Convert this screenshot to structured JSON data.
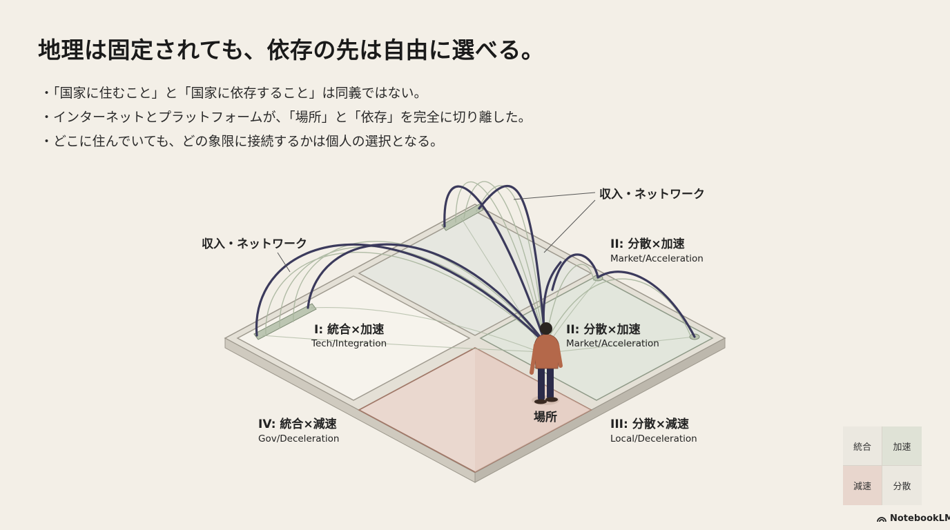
{
  "title": "地理は固定されても、依存の先は自由に選べる。",
  "bullets": [
    "「国家に住むこと」と「国家に依存すること」は同義ではない。",
    "インターネットとプラットフォームが、「場所」と「依存」を完全に切り離した。",
    "どこに住んでいても、どの象限に接続するかは個人の選択となる。"
  ],
  "diagram": {
    "arc_label_left": "収入・ネットワーク",
    "arc_label_top": "収入・ネットワーク",
    "q1_title": "I: 統合×加速",
    "q1_sub": "Tech/Integration",
    "q2_title": "II: 分散×加速",
    "q2_sub": "Market/Acceleration",
    "q2_outer_title": "II: 分散×加速",
    "q2_outer_sub": "Market/Acceleration",
    "q3_title": "III: 分散×減速",
    "q3_sub": "Local/Deceleration",
    "q4_title": "IV: 統合×減速",
    "q4_sub": "Gov/Deceleration",
    "person_label": "場所"
  },
  "legend": {
    "top_left": "統合",
    "top_right": "加速",
    "bottom_left": "減速",
    "bottom_right": "分散"
  },
  "brand": "NotebookLM",
  "colors": {
    "background": "#f3efe7",
    "arc": "#3b3a5c",
    "tile_q1": "#f6f3ec",
    "tile_q2": "#e2e6dc",
    "tile_place": "#ead8cf",
    "person_shirt": "#b4684a",
    "person_pants": "#2c2b4a"
  }
}
